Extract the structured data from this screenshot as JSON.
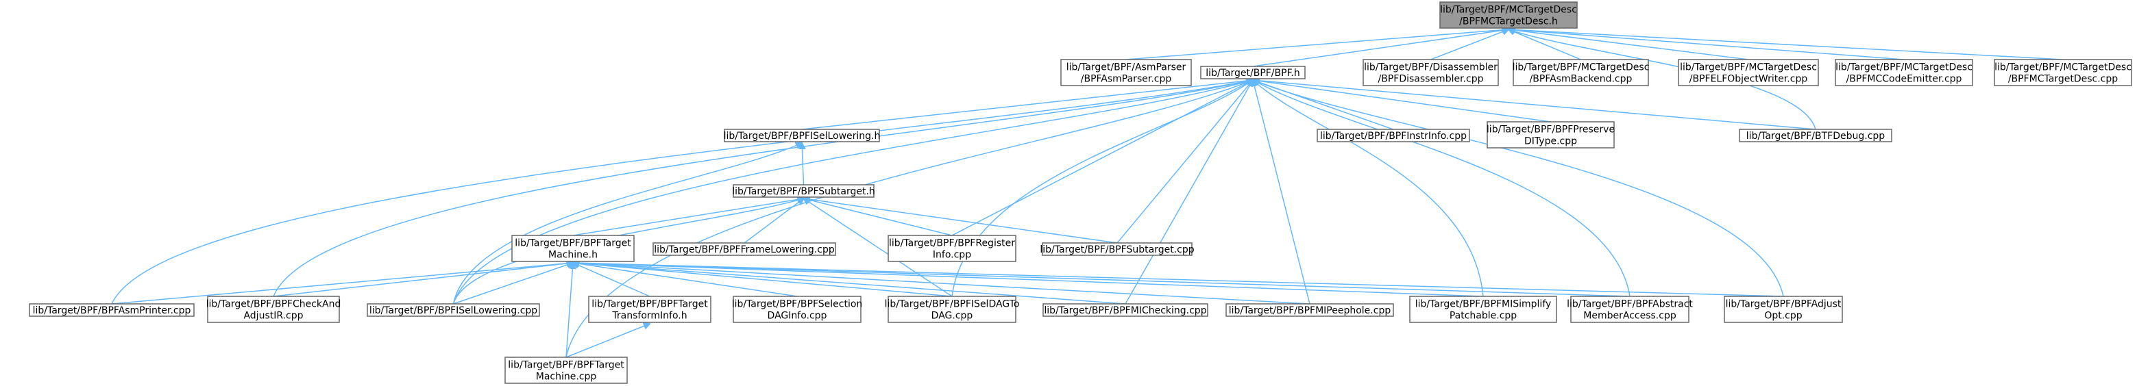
{
  "graph": {
    "nodes": [
      {
        "id": "root",
        "lines": [
          "lib/Target/BPF/MCTargetDesc",
          "/BPFMCTargetDesc.h"
        ],
        "highlighted": true
      },
      {
        "id": "asmparser",
        "lines": [
          "lib/Target/BPF/AsmParser",
          "/BPFAsmParser.cpp"
        ]
      },
      {
        "id": "bpfh",
        "lines": [
          "lib/Target/BPF/BPF.h"
        ]
      },
      {
        "id": "disasm",
        "lines": [
          "lib/Target/BPF/Disassembler",
          "/BPFDisassembler.cpp"
        ]
      },
      {
        "id": "asmbackend",
        "lines": [
          "lib/Target/BPF/MCTargetDesc",
          "/BPFAsmBackend.cpp"
        ]
      },
      {
        "id": "elfwriter",
        "lines": [
          "lib/Target/BPF/MCTargetDesc",
          "/BPFELFObjectWriter.cpp"
        ]
      },
      {
        "id": "codeemitter",
        "lines": [
          "lib/Target/BPF/MCTargetDesc",
          "/BPFMCCodeEmitter.cpp"
        ]
      },
      {
        "id": "mctdcpp",
        "lines": [
          "lib/Target/BPF/MCTargetDesc",
          "/BPFMCTargetDesc.cpp"
        ]
      },
      {
        "id": "isellowh",
        "lines": [
          "lib/Target/BPF/BPFISelLowering.h"
        ]
      },
      {
        "id": "instrinfo",
        "lines": [
          "lib/Target/BPF/BPFInstrInfo.cpp"
        ]
      },
      {
        "id": "preserve",
        "lines": [
          "lib/Target/BPF/BPFPreserve",
          "DIType.cpp"
        ]
      },
      {
        "id": "btfdebug",
        "lines": [
          "lib/Target/BPF/BTFDebug.cpp"
        ]
      },
      {
        "id": "subtargeth",
        "lines": [
          "lib/Target/BPF/BPFSubtarget.h"
        ]
      },
      {
        "id": "tmh",
        "lines": [
          "lib/Target/BPF/BPFTarget",
          "Machine.h"
        ]
      },
      {
        "id": "framelow",
        "lines": [
          "lib/Target/BPF/BPFFrameLowering.cpp"
        ]
      },
      {
        "id": "reginfo",
        "lines": [
          "lib/Target/BPF/BPFRegister",
          "Info.cpp"
        ]
      },
      {
        "id": "subtargetcpp",
        "lines": [
          "lib/Target/BPF/BPFSubtarget.cpp"
        ]
      },
      {
        "id": "asmprinter",
        "lines": [
          "lib/Target/BPF/BPFAsmPrinter.cpp"
        ]
      },
      {
        "id": "checkadjust",
        "lines": [
          "lib/Target/BPF/BPFCheckAnd",
          "AdjustIR.cpp"
        ]
      },
      {
        "id": "iselcpp",
        "lines": [
          "lib/Target/BPF/BPFISelLowering.cpp"
        ]
      },
      {
        "id": "tti",
        "lines": [
          "lib/Target/BPF/BPFTarget",
          "TransformInfo.h"
        ]
      },
      {
        "id": "seldag",
        "lines": [
          "lib/Target/BPF/BPFSelection",
          "DAGInfo.cpp"
        ]
      },
      {
        "id": "iseldag",
        "lines": [
          "lib/Target/BPF/BPFISelDAGTo",
          "DAG.cpp"
        ]
      },
      {
        "id": "michecking",
        "lines": [
          "lib/Target/BPF/BPFMIChecking.cpp"
        ]
      },
      {
        "id": "mipeephole",
        "lines": [
          "lib/Target/BPF/BPFMIPeephole.cpp"
        ]
      },
      {
        "id": "misimplify",
        "lines": [
          "lib/Target/BPF/BPFMISimplify",
          "Patchable.cpp"
        ]
      },
      {
        "id": "abstract",
        "lines": [
          "lib/Target/BPF/BPFAbstract",
          "MemberAccess.cpp"
        ]
      },
      {
        "id": "adjustopt",
        "lines": [
          "lib/Target/BPF/BPFAdjust",
          "Opt.cpp"
        ]
      },
      {
        "id": "tmcpp",
        "lines": [
          "lib/Target/BPF/BPFTarget",
          "Machine.cpp"
        ]
      }
    ]
  }
}
